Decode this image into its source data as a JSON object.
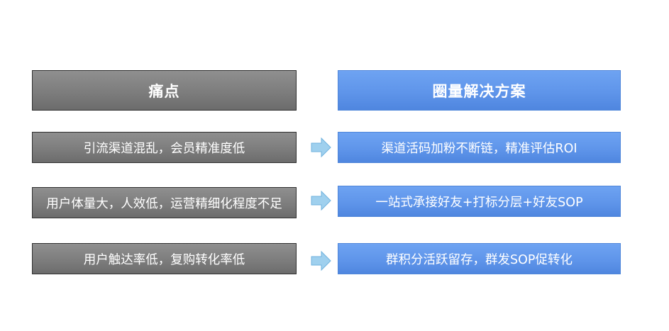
{
  "headers": {
    "pain": "痛点",
    "solution": "圈量解决方案"
  },
  "rows": [
    {
      "pain": "引流渠道混乱，会员精准度低",
      "solution": "渠道活码加粉不断链，精准评估ROI"
    },
    {
      "pain": "用户体量大，人效低，运营精细化程度不足",
      "solution": "一站式承接好友+打标分层+好友SOP"
    },
    {
      "pain": "用户触达率低，复购转化率低",
      "solution": "群积分活跃留存，群发SOP促转化"
    }
  ],
  "colors": {
    "pain_box": "#7d7d7d",
    "solution_box": "#5f95ea",
    "arrow_fill": "#9fd0ee",
    "arrow_stroke": "#6fb2de"
  }
}
